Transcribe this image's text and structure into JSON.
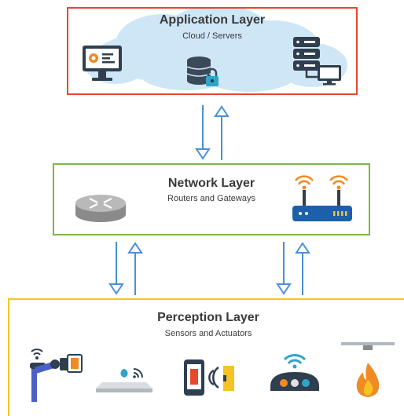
{
  "application_layer": {
    "title": "Application Layer",
    "subtitle": "Cloud / Servers",
    "border_color": "#e8482c",
    "icons": [
      "monitor-settings-icon",
      "database-lock-icon",
      "server-monitor-icon"
    ]
  },
  "network_layer": {
    "title": "Network Layer",
    "subtitle": "Routers and Gateways",
    "border_color": "#7cb74a",
    "icons": [
      "router-icon",
      "wifi-gateway-icon"
    ]
  },
  "perception_layer": {
    "title": "Perception Layer",
    "subtitle": "Sensors and Actuators",
    "border_color": "#f5c424",
    "icons": [
      "robotic-arm-icon",
      "water-sensor-icon",
      "nfc-phone-icon",
      "smart-sensor-icon",
      "fire-sensor-icon"
    ]
  },
  "arrow_color": "#4a8fd6",
  "cloud_color": "#cfe6f7"
}
